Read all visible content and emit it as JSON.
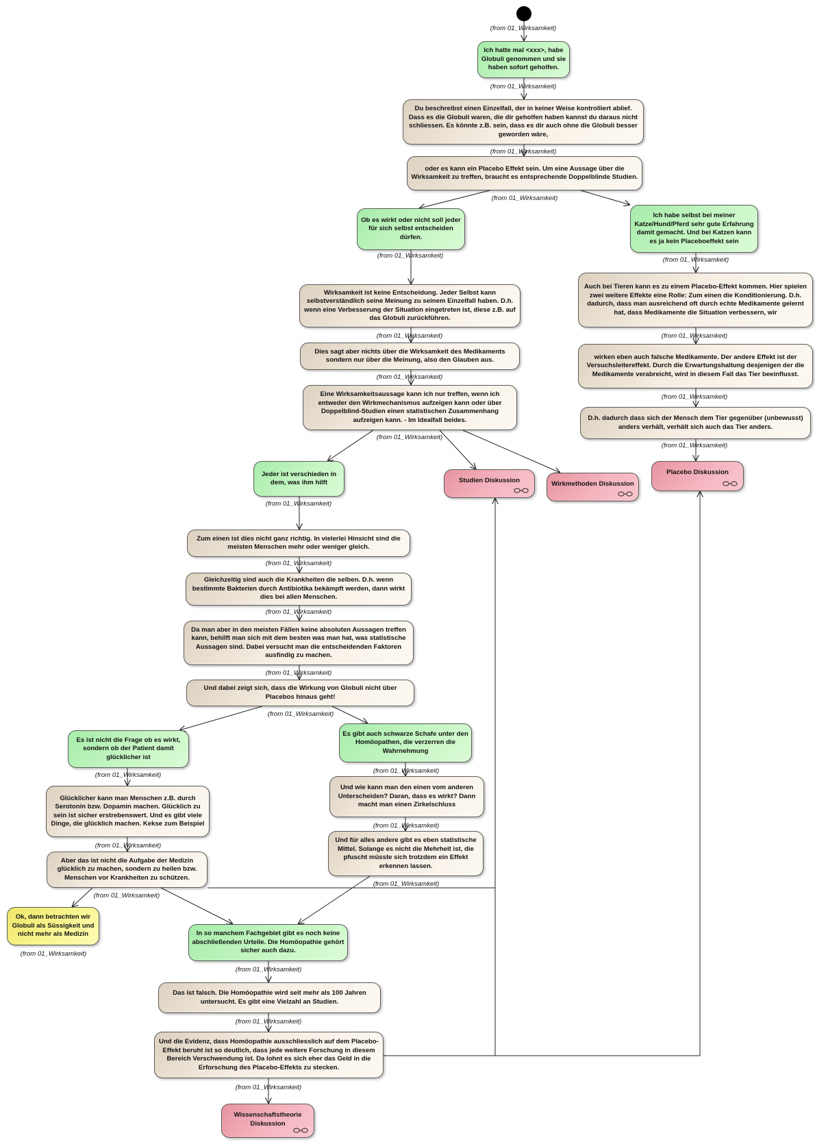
{
  "source_label": "(from 01_Wirksamkeit)",
  "nodes": {
    "n1": "Ich hatte mal <xxx>, habe Globuli genommen und sie haben sofort geholfen.",
    "n2": "Du beschreibst einen Einzelfall, der in keiner Weise kontrolliert ablief. Dass es die Globuli waren, die dir geholfen haben kannst du daraus nicht schliessen. Es könnte z.B. sein, dass es dir auch ohne die Globuli besser geworden wäre,",
    "n3": "oder es kann ein Placebo Effekt sein. Um eine Aussage über die Wirksamkeit zu treffen, braucht es entsprechende Doppelblinde Studien.",
    "n4": "Ob es wirkt oder nicht soll jeder für sich selbst entscheiden dürfen.",
    "n5": "Ich habe selbst bei meiner Katze/Hund/Pferd sehr gute Erfahrung damit gemacht. Und bei Katzen kann es ja kein Placeboeffekt sein",
    "n6": "Wirksamkeit ist keine Entscheidung. Jeder Selbst kann selbstverständlich seine Meinung zu seinem Einzelfall haben. D.h. wenn eine Verbesserung der Situation eingetreten ist, diese z.B. auf das Globuli zurückführen.",
    "n7": "Dies sagt aber nichts über die Wirksamkeit des Medikaments sondern nur über die Meinung, also den Glauben aus.",
    "n8": "Eine Wirksamkeitsaussage kann ich nur treffen, wenn ich entweder den Wirkmechanismus aufzeigen kann oder über Doppelblind-Studien einen statistischen Zusammenhang aufzeigen kann. - Im Idealfall beides.",
    "n9": "Auch bei Tieren kann es zu einem Placebo-Effekt kommen. Hier spielen zwei weitere Effekte eine Rolle: Zum einen die Konditionierung. D.h. dadurch, dass man ausreichend oft durch echte Medikamente gelernt hat, dass Medikamente die Situation verbessern, wir",
    "n10": "wirken eben auch falsche Medikamente. Der andere Effekt ist der Versuchsleitereffekt. Durch die Erwartungshaltung desjenigen der die Medikamente verabreicht, wird in diesem Fall das Tier beeinflusst.",
    "n11": "D.h. dadurch dass sich der Mensch dem Tier gegenüber (unbewusst) anders verhält, verhält sich auch das Tier anders.",
    "n12": "Jeder ist verschieden in dem, was ihm hilft",
    "n13": "Studien Diskussion",
    "n14": "Wirkmethoden Diskussion",
    "n15": "Placebo Diskussion",
    "n16": "Zum einen ist dies nicht ganz richtig. In vielerlei Hinsicht sind die meisten Menschen mehr oder weniger gleich.",
    "n17": "Gleichzeitig sind auch die Krankheiten die selben. D.h. wenn bestimmte Bakterien durch Antibiotika bekämpft werden, dann wirkt dies bei allen Menschen.",
    "n18": "Da man aber in den meisten Fällen keine absoluten Aussagen treffen kann, behilft man sich mit dem besten was man hat, was statistische Aussagen sind. Dabei versucht man die entscheidenden Faktoren ausfindig zu machen.",
    "n19": "Und dabei zeigt sich, dass die Wirkung von Globuli nicht über Placebos hinaus geht!",
    "n20": "Es ist nicht die Frage ob es wirkt, sondern ob der Patient damit glücklicher ist",
    "n21": "Es gibt auch schwarze Schafe unter den Homöopathen, die verzerren die Wahrnehmung",
    "n22": "Glücklicher kann man Menschen z.B. durch Serotonin bzw. Dopamin machen. Glücklich zu sein ist sicher erstrebenswert. Und es gibt viele Dinge, die glücklich machen. Kekse zum Beispiel",
    "n23": "Und wie kann man den einen vom anderen Unterscheiden? Daran, dass es wirkt? Dann macht man einen Zirkelschluss",
    "n24": "Aber das ist nicht die Aufgabe der Medizin glücklich zu machen, sondern zu heilen bzw. Menschen vor Krankheiten zu schützen.",
    "n25": "Und für alles andere gibt es eben statistische Mittel. Solange es nicht die Mehrheit ist, die pfuscht müsste sich trotzdem ein Effekt erkennen lassen.",
    "n26": "Ok, dann betrachten wir Globuli als Süssigkeit und nicht mehr als Medizin",
    "n27": "In so manchem Fachgebiet gibt es noch keine abschließenden Urteile. Die Homöopathie gehört sicher auch dazu.",
    "n28": "Das ist falsch. Die Homöopathie wird seit mehr als 100 Jahren untersucht. Es gibt eine Vielzahl an Studien.",
    "n29": "Und die Evidenz, dass Homöopathie ausschliesslich auf dem Placebo-Effekt beruht ist so deutlich, dass jede weitere Forschung in diesem Bereich Verschwendung ist. Da lohnt es sich eher das Geld in die Erforschung des Placebo-Effekts zu stecken.",
    "n30": "Wissenschaftstheorie Diskussion"
  }
}
